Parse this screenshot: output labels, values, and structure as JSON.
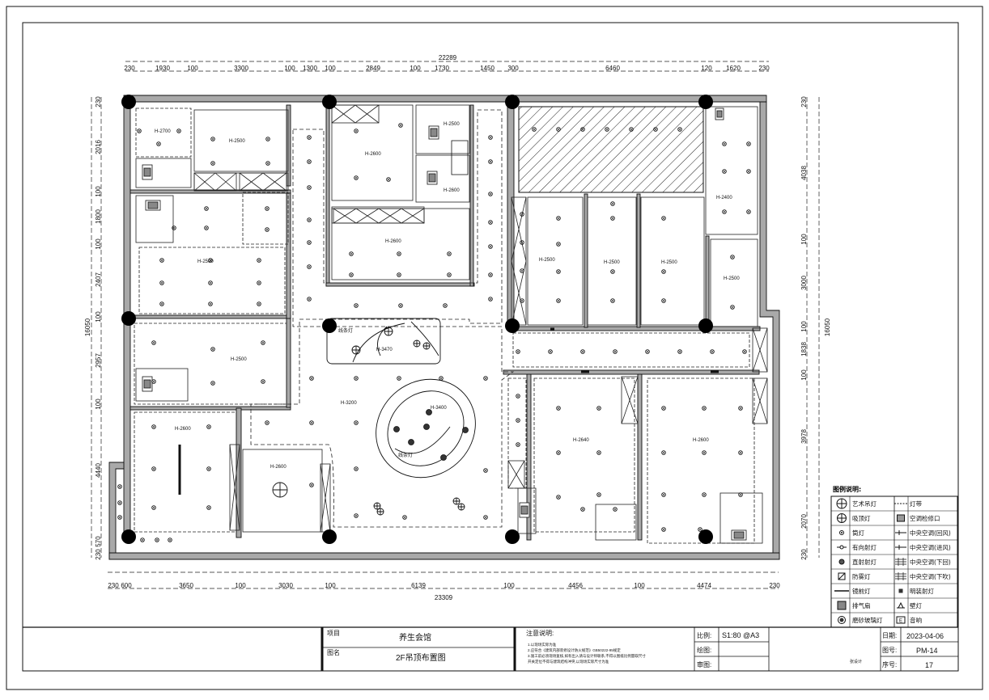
{
  "overall_dims": {
    "top_total": "22289",
    "bottom_total": "23309",
    "left_total": "16050",
    "right_total": "16050"
  },
  "top_dims": [
    "230",
    "1930",
    "100",
    "3300",
    "100",
    "1300",
    "100",
    "2849",
    "100",
    "1730",
    "1450",
    "300",
    "6460",
    "120",
    "1620",
    "230"
  ],
  "bottom_dims": [
    "230",
    "600",
    "3650",
    "100",
    "3030",
    "100",
    "6139",
    "100",
    "4456",
    "100",
    "4474",
    "230"
  ],
  "left_dims": [
    "230",
    "2016",
    "100",
    "1800",
    "100",
    "2407",
    "100",
    "2957",
    "100",
    "4440",
    "570",
    "230"
  ],
  "right_dims": [
    "230",
    "4038",
    "100",
    "3000",
    "100",
    "1838",
    "100",
    "3978",
    "2070",
    "230"
  ],
  "room_labels": [
    {
      "id": "r1",
      "text": "H-2700"
    },
    {
      "id": "r2",
      "text": "H-2500"
    },
    {
      "id": "r3",
      "text": "H-2500"
    },
    {
      "id": "r4",
      "text": "H-2600"
    },
    {
      "id": "r5",
      "text": "H-2600"
    },
    {
      "id": "r6",
      "text": "H-2600"
    },
    {
      "id": "r7",
      "text": "H-2400"
    },
    {
      "id": "r8",
      "text": "H-2500"
    },
    {
      "id": "r9",
      "text": "H-2500"
    },
    {
      "id": "r10",
      "text": "H-2500"
    },
    {
      "id": "r11",
      "text": "H-2500"
    },
    {
      "id": "r12",
      "text": "H-2500"
    },
    {
      "id": "r13",
      "text": "H-3470"
    },
    {
      "id": "r14",
      "text": "H-2500"
    },
    {
      "id": "r15",
      "text": "H-3200"
    },
    {
      "id": "r16",
      "text": "H-3400"
    },
    {
      "id": "r17",
      "text": "H-2600"
    },
    {
      "id": "r18",
      "text": "H-2600"
    },
    {
      "id": "r19",
      "text": "H-2640"
    },
    {
      "id": "r20",
      "text": "H-2600"
    },
    {
      "id": "strip1",
      "text": "线条灯"
    },
    {
      "id": "strip2",
      "text": "线条灯"
    }
  ],
  "legend": {
    "title": "图例说明:",
    "rows": [
      [
        "艺术吊灯",
        "灯带"
      ],
      [
        "吸顶灯",
        "空调检修口"
      ],
      [
        "筒灯",
        "中央空调(回风)"
      ],
      [
        "有向射灯",
        "中央空调(进风)"
      ],
      [
        "直射射灯",
        "中央空调(下回)"
      ],
      [
        "防雾灯",
        "中央空调(下吹)"
      ],
      [
        "镜前灯",
        "明装射灯"
      ],
      [
        "排气扇",
        "壁灯"
      ],
      [
        "磨砂玻璃灯",
        "音响"
      ]
    ]
  },
  "title_block": {
    "project_label": "项目",
    "project_value": "养生会馆",
    "drawing_label": "图名",
    "drawing_value": "2F吊顶布置图",
    "notes_title": "注意说明:",
    "notes": [
      "1.以现场实际为准",
      "2.应符合《建筑内部装修设计防火规范》GB50222-95规定",
      "3.施工前必须现场复核,如有出入请与设计师联系,不得以图纸比例量取尺寸",
      "  开关定位不得与建筑结构冲突,以现场实际尺寸为准"
    ],
    "scale_label": "比例:",
    "scale_value": "S1:80 @A3",
    "drawn_label": "绘图:",
    "drawn_value": "",
    "review_label": "审图:",
    "review_value": "",
    "signature": "张设计",
    "date_label": "日期:",
    "date_value": "2023-04-06",
    "dwg_no_label": "图号:",
    "dwg_no_value": "PM-14",
    "seq_label": "序号:",
    "seq_value": "17"
  },
  "colors": {
    "line": "#111111",
    "wall": "#9a9a9a",
    "dim": "#222222"
  }
}
